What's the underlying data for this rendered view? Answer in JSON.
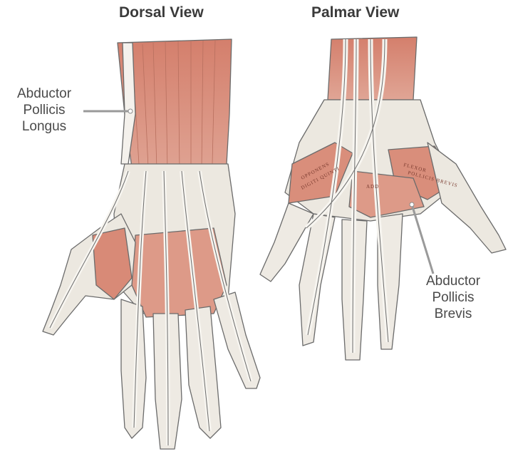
{
  "figure": {
    "views": [
      {
        "id": "dorsal",
        "title": "Dorsal View"
      },
      {
        "id": "palmar",
        "title": "Palmar View"
      }
    ],
    "callouts": [
      {
        "id": "apl",
        "lines": [
          "Abductor",
          "Pollicis",
          "Longus"
        ]
      },
      {
        "id": "apb",
        "lines": [
          "Abductor",
          "Pollicis",
          "Brevis"
        ]
      }
    ],
    "engraved_labels": [
      "OPPONENS",
      "DIGITI QUINTI",
      "FLEXOR",
      "POLLICIS BREVIS",
      "ADD"
    ]
  },
  "colors": {
    "muscle": "#d9917f",
    "muscle_dark": "#b8705f",
    "tendon": "#f4f1ec",
    "outline": "#6b6b6b",
    "bone": "#e8e4dc",
    "callout_line": "#9a9a9a"
  }
}
